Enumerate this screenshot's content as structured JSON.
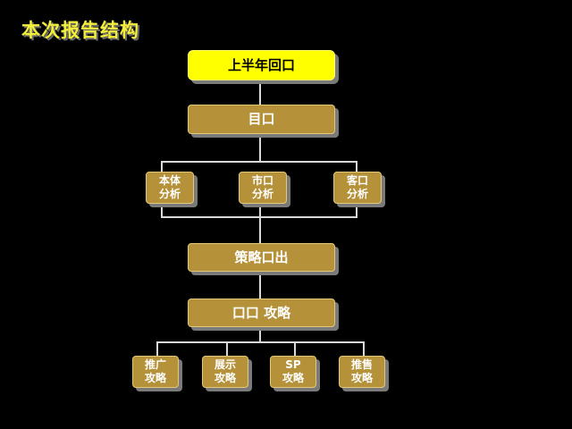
{
  "title": "本次报告结构",
  "root": {
    "label": "上半年回口"
  },
  "level1": {
    "label": "目口"
  },
  "analysis": [
    {
      "line1": "本体",
      "line2": "分析"
    },
    {
      "line1": "市口",
      "line2": "分析"
    },
    {
      "line1": "客口",
      "line2": "分析"
    }
  ],
  "strategy_out": {
    "label": "策略口出"
  },
  "strategy": {
    "label": "口口 攻略"
  },
  "tactics": [
    {
      "line1": "推广",
      "line2": "攻略"
    },
    {
      "line1": "展示",
      "line2": "攻略"
    },
    {
      "line1": "SP",
      "line2": "攻略"
    },
    {
      "line1": "推售",
      "line2": "攻略"
    }
  ],
  "colors": {
    "background": "#000000",
    "title": "#f2ee3a",
    "root_box": "#ffff00",
    "box": "#b5923a",
    "shadow": "#7a7a7a",
    "connector": "#d8d8d8"
  }
}
